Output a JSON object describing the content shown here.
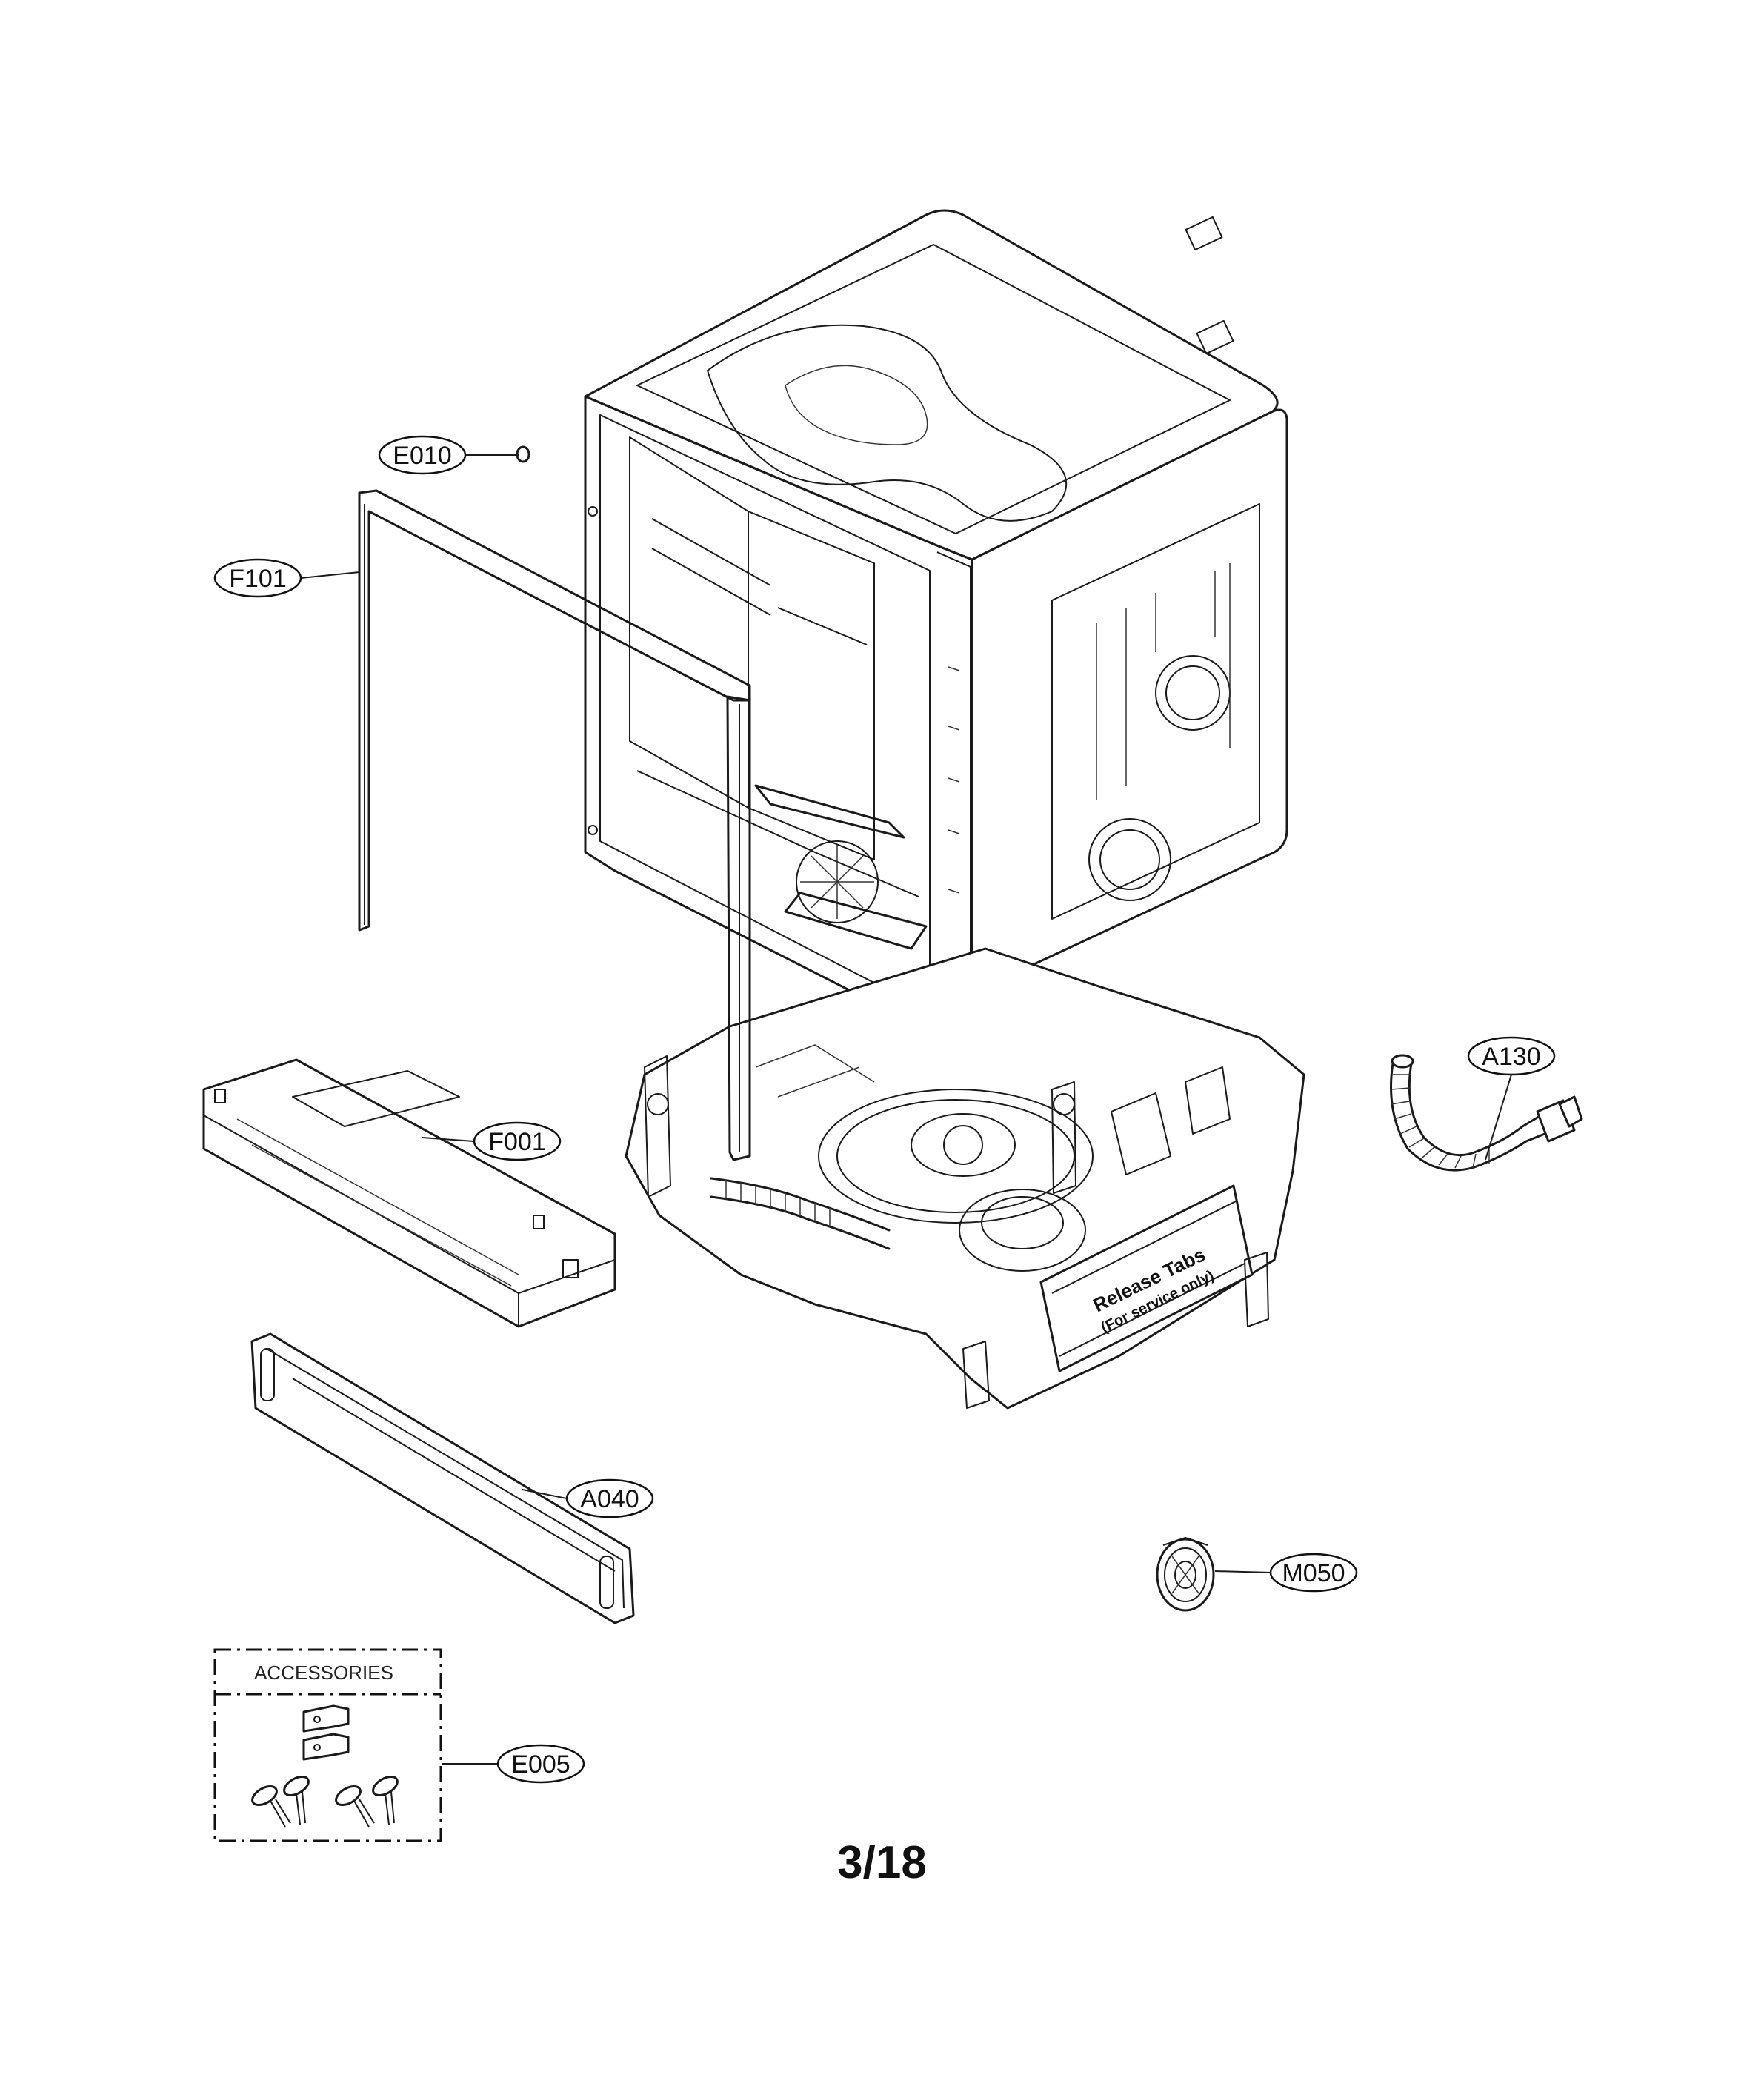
{
  "callouts": [
    {
      "id": "e010",
      "label": "E010"
    },
    {
      "id": "f101",
      "label": "F101"
    },
    {
      "id": "a130",
      "label": "A130"
    },
    {
      "id": "f001",
      "label": "F001"
    },
    {
      "id": "a040",
      "label": "A040"
    },
    {
      "id": "m050",
      "label": "M050"
    },
    {
      "id": "e005",
      "label": "E005"
    }
  ],
  "accessories_label": "ACCESSORIES",
  "release_tabs_text": "Release Tabs",
  "release_tabs_note": "(For service only)",
  "page_number": "3/18"
}
